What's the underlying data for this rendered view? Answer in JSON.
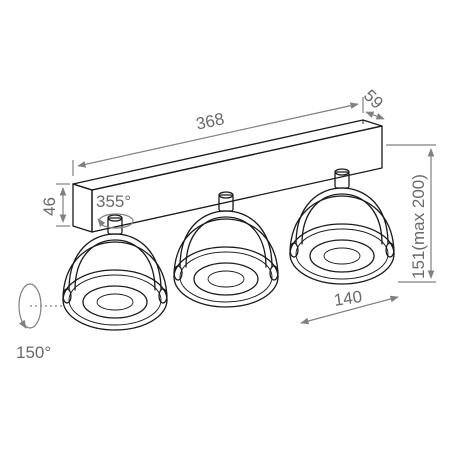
{
  "dimensions": {
    "length": "368",
    "depth": "59",
    "height": "46",
    "rotation": "355°",
    "head_depth": "140",
    "total_height": "151(max 200)",
    "tilt": "150°"
  },
  "colors": {
    "outline": "#1a1a1a",
    "dimension": "#808080",
    "text": "#6a6a6a"
  }
}
